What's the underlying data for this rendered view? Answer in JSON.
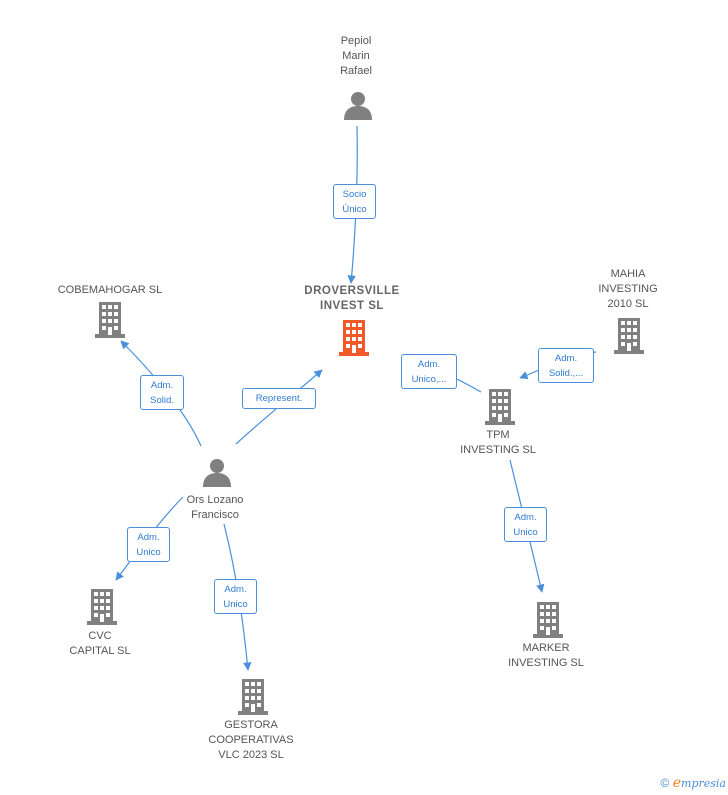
{
  "nodes": {
    "pepiol": {
      "label": "Pepiol\nMarin\nRafael",
      "icon": "person-icon"
    },
    "droversville": {
      "label": "DROVERSVILLE\nINVEST  SL",
      "icon": "building-icon",
      "color": "#f05a28"
    },
    "cobemahogar": {
      "label": "COBEMAHOGAR SL",
      "icon": "building-icon"
    },
    "ors": {
      "label": "Ors Lozano\nFrancisco",
      "icon": "person-icon"
    },
    "mahia": {
      "label": "MAHIA\nINVESTING\n2010  SL",
      "icon": "building-icon"
    },
    "tpm": {
      "label": "TPM\nINVESTING  SL",
      "icon": "building-icon"
    },
    "cvc": {
      "label": "CVC\nCAPITAL  SL",
      "icon": "building-icon"
    },
    "gestora": {
      "label": "GESTORA\nCOOPERATIVAS\nVLC 2023  SL",
      "icon": "building-icon"
    },
    "marker": {
      "label": "MARKER\nINVESTING  SL",
      "icon": "building-icon"
    }
  },
  "edges": {
    "socio_unico": "Socio\nÚnico",
    "adm_solid_cobe": "Adm.\nSolid.",
    "represent": "Represent.",
    "adm_unico_drov": "Adm.\nUnico,...",
    "adm_solid_mahia": "Adm.\nSolid.,...",
    "adm_unico_cvc": "Adm.\nUnico",
    "adm_unico_gestora": "Adm.\nUnico",
    "adm_unico_marker": "Adm.\nUnico"
  },
  "colors": {
    "edge": "#4a8fdb",
    "icon": "#808080",
    "highlight": "#f05a28"
  },
  "footer": {
    "copyright": "©",
    "brand_e": "e",
    "brand_rest": "mpresia"
  }
}
